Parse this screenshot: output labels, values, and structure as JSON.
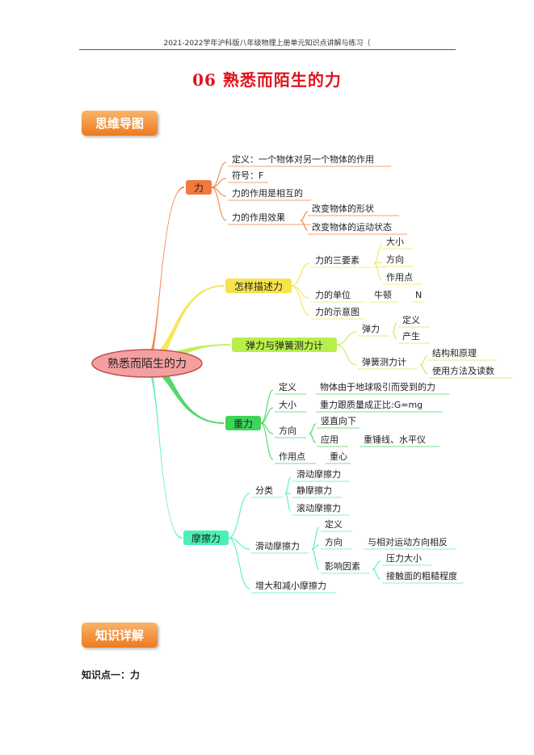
{
  "header": "2021-2022学年沪科版八年级物理上册单元知识点讲解与练习（",
  "title": "06 熟悉而陌生的力",
  "badges": {
    "mindmap": "思维导图",
    "knowledge": "知识详解"
  },
  "knowledge_point_1": "知识点一：力",
  "mindmap": {
    "root": "熟悉而陌生的力",
    "branches": [
      {
        "label": "力",
        "color": "#f2793c",
        "items": [
          "定义：一个物体对另一个物体的作用",
          "符号：F",
          "力的作用是相互的",
          "力的作用效果",
          "改变物体的形状",
          "改变物体的运动状态"
        ]
      },
      {
        "label": "怎样描述力",
        "color": "#f7e34a",
        "items": [
          "力的三要素",
          "大小",
          "方向",
          "作用点",
          "力的单位",
          "牛顿",
          "N",
          "力的示意图"
        ]
      },
      {
        "label": "弹力与弹簧测力计",
        "color": "#b8f04a",
        "items": [
          "弹力",
          "定义",
          "产生",
          "弹簧测力计",
          "结构和原理",
          "使用方法及读数"
        ]
      },
      {
        "label": "重力",
        "color": "#3ed45a",
        "items": [
          "定义",
          "物体由于地球吸引而受到的力",
          "大小",
          "重力跟质量成正比:G=mg",
          "方向",
          "竖直向下",
          "应用",
          "重锤线、水平仪",
          "作用点",
          "重心"
        ]
      },
      {
        "label": "摩擦力",
        "color": "#4af0b4",
        "items": [
          "分类",
          "滑动摩擦力",
          "静摩擦力",
          "滚动摩擦力",
          "滑动摩擦力",
          "定义",
          "方向",
          "与相对运动方向相反",
          "影响因素",
          "压力大小",
          "接触面的粗糙程度",
          "增大和减小摩擦力"
        ]
      }
    ]
  }
}
